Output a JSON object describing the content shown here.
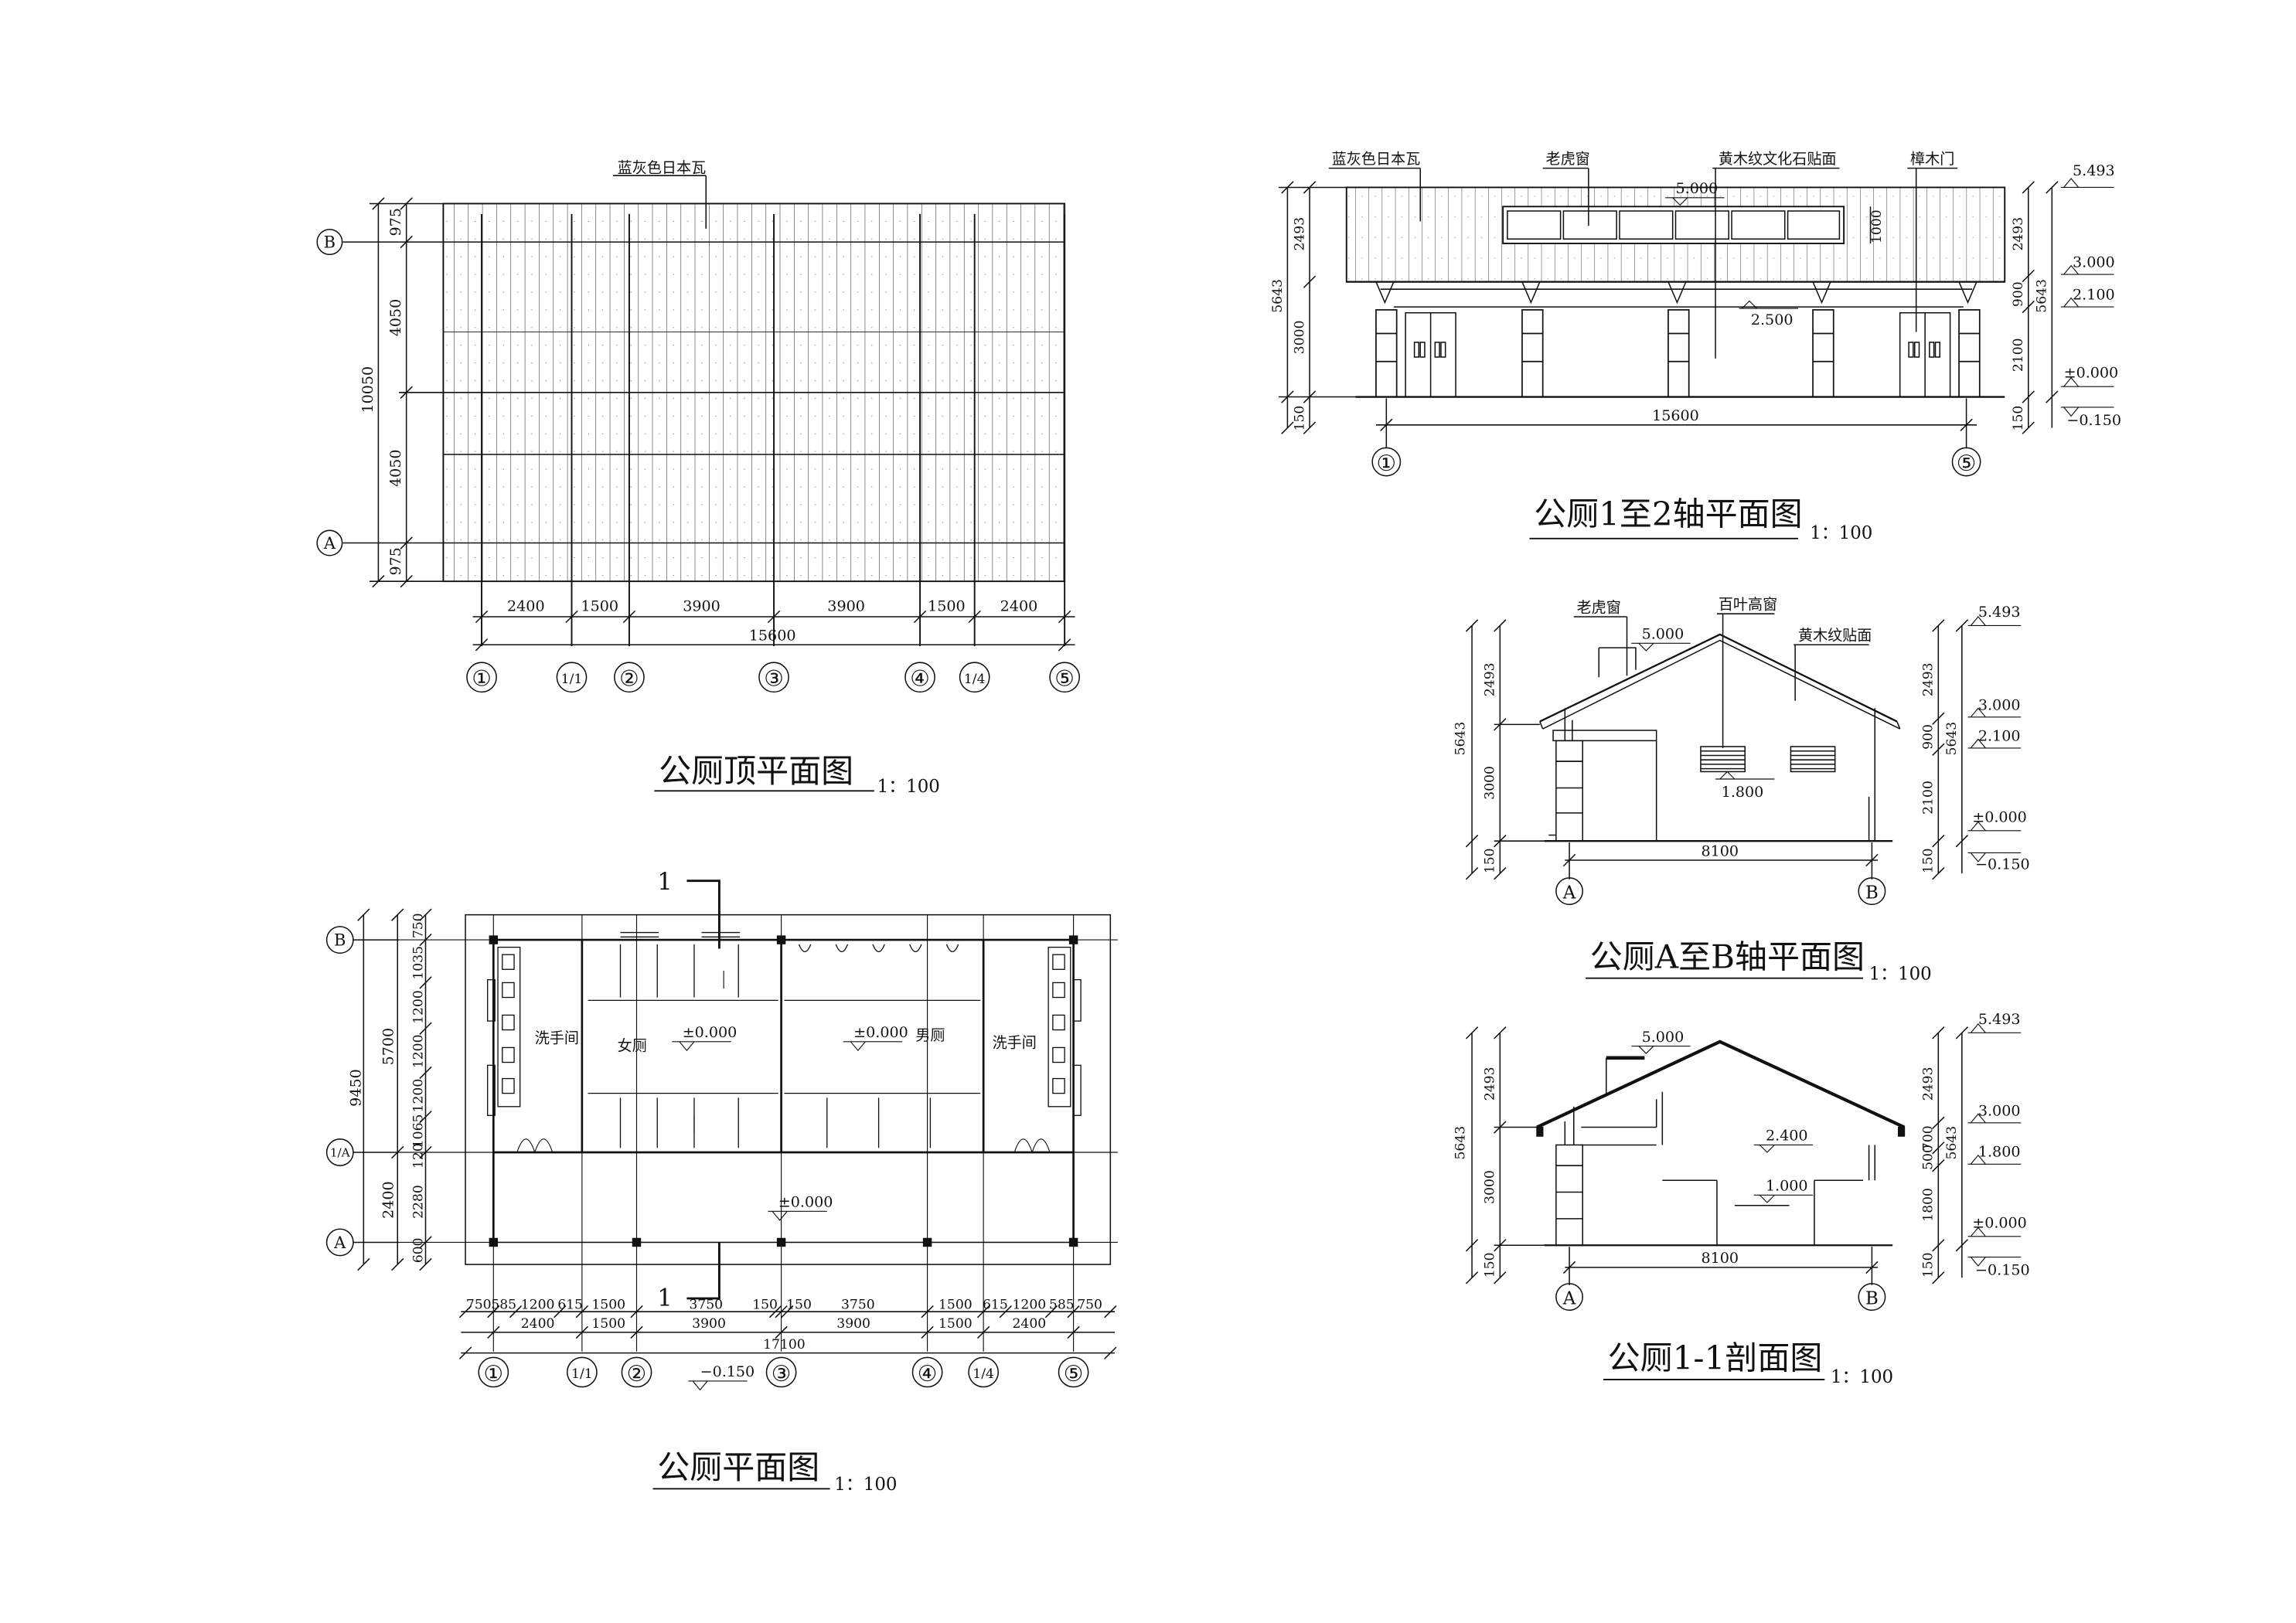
{
  "roof_plan": {
    "title": "公厕顶平面图",
    "scale": "1：100",
    "tile_note": "蓝灰色日本瓦",
    "axes_x": [
      "①",
      "1/1",
      "②",
      "③",
      "④",
      "1/4",
      "⑤"
    ],
    "axes_y": [
      "B",
      "A"
    ],
    "dims_bottom": [
      "2400",
      "1500",
      "3900",
      "3900",
      "1500",
      "2400"
    ],
    "dim_total": "15600",
    "dims_left": [
      "975",
      "4050",
      "4050",
      "975"
    ],
    "dim_left_total": "10050"
  },
  "floor_plan": {
    "title": "公厕平面图",
    "scale": "1：100",
    "section_mark": "1",
    "axes_x": [
      "①",
      "1/1",
      "②",
      "③",
      "④",
      "1/4",
      "⑤"
    ],
    "axes_y": [
      "B",
      "1/A",
      "A"
    ],
    "rooms": {
      "wash_left": "洗手间",
      "female": "女厕",
      "male": "男厕",
      "wash_right": "洗手间"
    },
    "levels": {
      "female": "±0.000",
      "male": "±0.000",
      "corridor": "±0.000",
      "outside": "−0.150"
    },
    "dims_row1": [
      "750",
      "585",
      "1200",
      "615",
      "1500",
      "3750",
      "150",
      "150",
      "3750",
      "1500",
      "615",
      "1200",
      "585",
      "750"
    ],
    "dims_row2": [
      "2400",
      "1500",
      "3900",
      "3900",
      "1500",
      "2400"
    ],
    "dim_total": "17100",
    "dims_left_row1": [
      "750",
      "1035",
      "1200",
      "1200",
      "1200",
      "1065",
      "120",
      "2280",
      "600"
    ],
    "dims_left_row2": [
      "5700",
      "2400"
    ],
    "dim_left_total": "9450"
  },
  "front_elev": {
    "title": "公厕1至2轴平面图",
    "scale": "1：100",
    "labels": [
      "蓝灰色日本瓦",
      "老虎窗",
      "黄木纹文化石贴面",
      "樟木门"
    ],
    "levels_inner": [
      "5.000",
      "2.500"
    ],
    "dim_window": "1000",
    "dims_left": [
      "2493",
      "3000",
      "150"
    ],
    "dim_left_total": "5643",
    "dims_right_a": [
      "2493",
      "900",
      "2100",
      "150"
    ],
    "dim_right_total": "5643",
    "levels_right": [
      "5.493",
      "3.000",
      "2.100",
      "±0.000",
      "−0.150"
    ],
    "dim_bottom": "15600",
    "axes": [
      "①",
      "⑤"
    ]
  },
  "side_elev": {
    "title": "公厕A至B轴平面图",
    "scale": "1：100",
    "labels": [
      "老虎窗",
      "百叶高窗",
      "黄木纹贴面"
    ],
    "levels_inner": [
      "5.000",
      "1.800"
    ],
    "dims_left": [
      "2493",
      "3000",
      "150"
    ],
    "dim_left_total": "5643",
    "dims_right_a": [
      "2493",
      "900",
      "2100",
      "150"
    ],
    "dim_right_total": "5643",
    "levels_right": [
      "5.493",
      "3.000",
      "2.100",
      "±0.000",
      "−0.150"
    ],
    "dim_bottom": "8100",
    "axes": [
      "A",
      "B"
    ]
  },
  "section": {
    "title": "公厕1-1剖面图",
    "scale": "1：100",
    "levels_inner": [
      "5.000",
      "2.400",
      "1.000"
    ],
    "dims_left": [
      "2493",
      "3000",
      "150"
    ],
    "dim_left_total": "5643",
    "dims_right_a": [
      "2493",
      "700",
      "500",
      "1800",
      "150"
    ],
    "dim_right_total": "5643",
    "levels_right": [
      "5.493",
      "3.000",
      "1.800",
      "±0.000",
      "−0.150"
    ],
    "dim_bottom": "8100",
    "axes": [
      "A",
      "B"
    ]
  }
}
